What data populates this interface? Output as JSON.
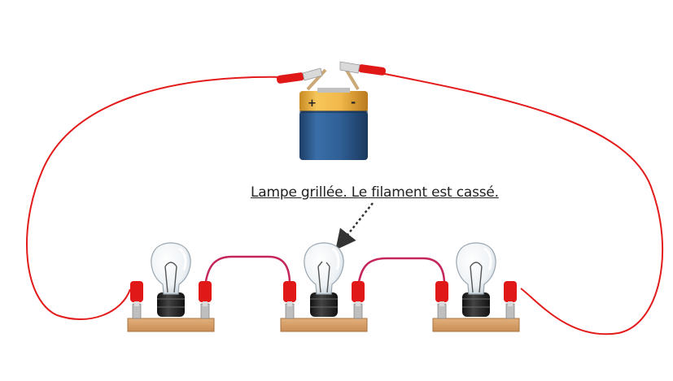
{
  "diagram": {
    "annotation_text": "Lampe grillée. Le filament est cassé.",
    "battery": {
      "positive_label": "+",
      "negative_label": "-"
    },
    "bulbs": [
      {
        "state": "ok"
      },
      {
        "state": "broken"
      },
      {
        "state": "ok"
      }
    ],
    "colors": {
      "wire_main": "#e31b1b",
      "wire_link": "#c4265a",
      "clip_red": "#e01818",
      "base_wood": "#d7a06a",
      "battery_top": "#f2b84a",
      "battery_body": "#2f5f95"
    }
  }
}
